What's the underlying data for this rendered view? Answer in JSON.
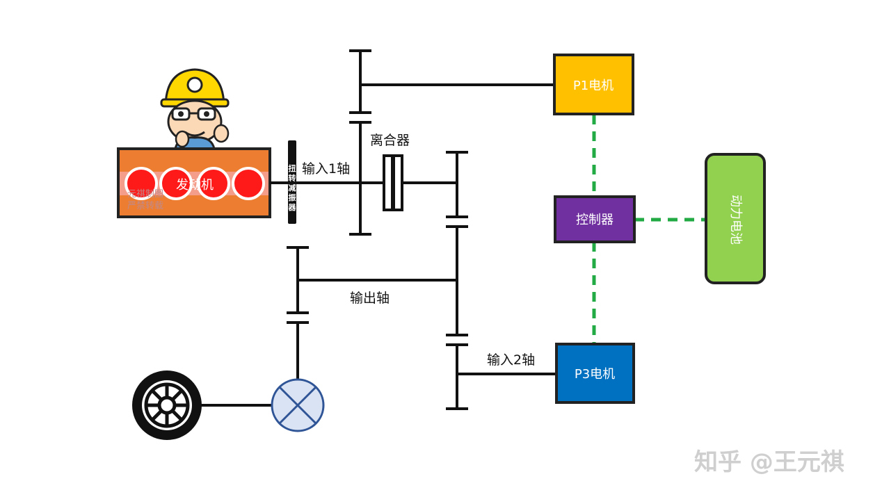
{
  "labels": {
    "engine": "发动机",
    "damper": "扭转减振器",
    "input_shaft_1": "输入1轴",
    "clutch": "离合器",
    "output_shaft": "输出轴",
    "input_shaft_2": "输入2轴",
    "p1_motor": "P1电机",
    "p3_motor": "P3电机",
    "controller": "控制器",
    "battery": "动力电池",
    "engine_watermark": [
      "元祺制图",
      "严禁转载"
    ],
    "watermark": "知乎 @王元祺"
  },
  "colors": {
    "engine": "#ED7D31",
    "cylinder": "#FF1A1A",
    "p1_motor": "#FFC000",
    "p3_motor": "#0070C0",
    "controller": "#7030A0",
    "battery": "#92D050",
    "signal_line": "#22AA44",
    "shaft": "#111111",
    "differential": "#DAE3F3"
  }
}
